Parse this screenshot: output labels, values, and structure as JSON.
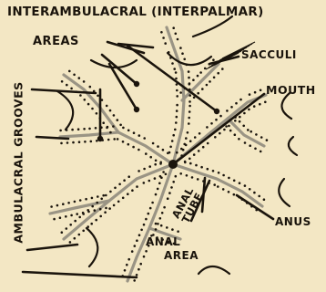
{
  "title": "INTERAMBULACRAL (INTERPALMAR)",
  "labels": {
    "areas": "AREAS",
    "sacculi": "SACCULI",
    "mouth": "MOUTH",
    "ambulacral_grooves": "AMBULACRAL GROOVES",
    "anal_tube_line1": "ANAL",
    "anal_tube_line2": "TUBE",
    "anus": "ANUS",
    "anal_area_line1": "ANAL",
    "anal_area_line2": "AREA"
  },
  "colors": {
    "paper": "#f3e7c4",
    "ink": "#1a140c",
    "groove": "#9a9484"
  }
}
